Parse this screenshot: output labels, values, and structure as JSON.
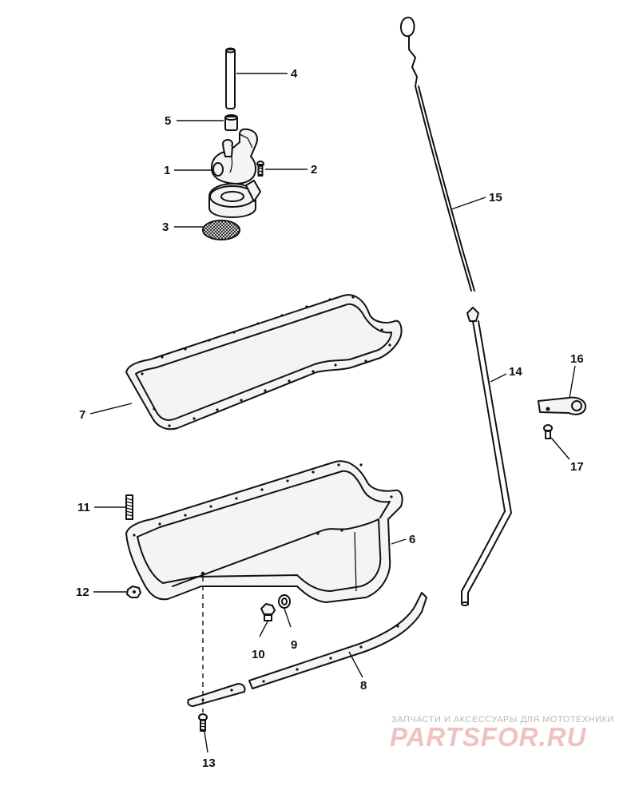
{
  "callouts": {
    "c1": "1",
    "c2": "2",
    "c3": "3",
    "c4": "4",
    "c5": "5",
    "c6": "6",
    "c7": "7",
    "c8": "8",
    "c9": "9",
    "c10": "10",
    "c11": "11",
    "c12": "12",
    "c13": "13",
    "c14": "14",
    "c15": "15",
    "c16": "16",
    "c17": "17"
  },
  "watermark": {
    "tagline": "ЗАПЧАСТИ И АКСЕССУАРЫ ДЛЯ МОТОТЕХНИКИ",
    "logo": "PARTSFOR.RU",
    "color": "#e9a0a0"
  }
}
